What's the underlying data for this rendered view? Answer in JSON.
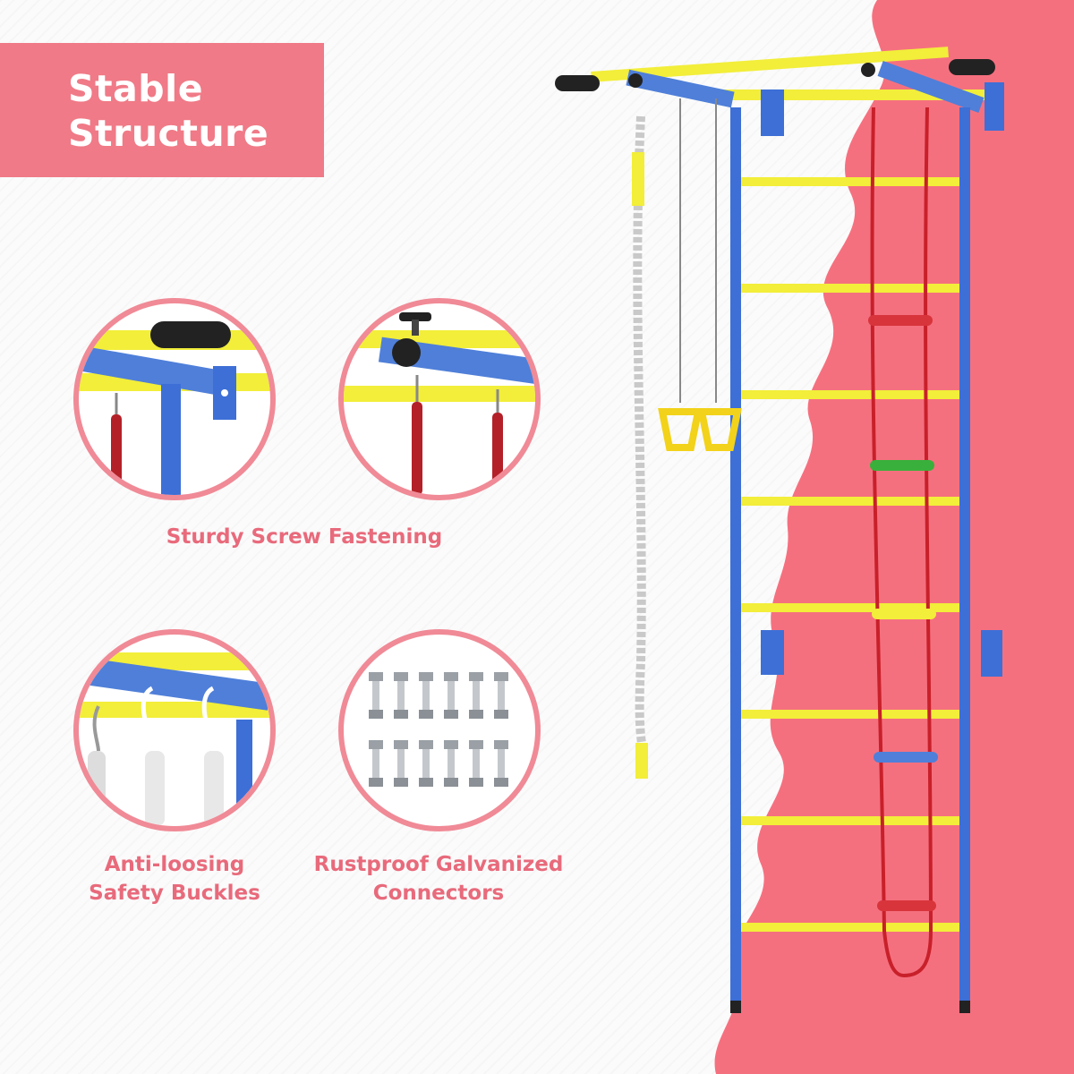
{
  "banner": {
    "title_line1": "Stable",
    "title_line2": "Structure"
  },
  "features": {
    "screw_caption": "Sturdy Screw Fastening",
    "buckles_caption_line1": "Anti-loosing",
    "buckles_caption_line2": "Safety Buckles",
    "connectors_caption_line1": "Rustproof Galvanized",
    "connectors_caption_line2": "Connectors"
  },
  "colors": {
    "accent_pink": "#f07a87",
    "caption_pink": "#e86a7b",
    "frame_blue": "#3d6fd6",
    "bar_yellow": "#f2ee3a",
    "rope_red": "#c8202a"
  },
  "icons": [
    "pull-up-bar-corner-icon",
    "hook-icon",
    "buckle-icon",
    "bolt-icon",
    "gymnastic-ring-icon",
    "rope-ladder-icon"
  ]
}
